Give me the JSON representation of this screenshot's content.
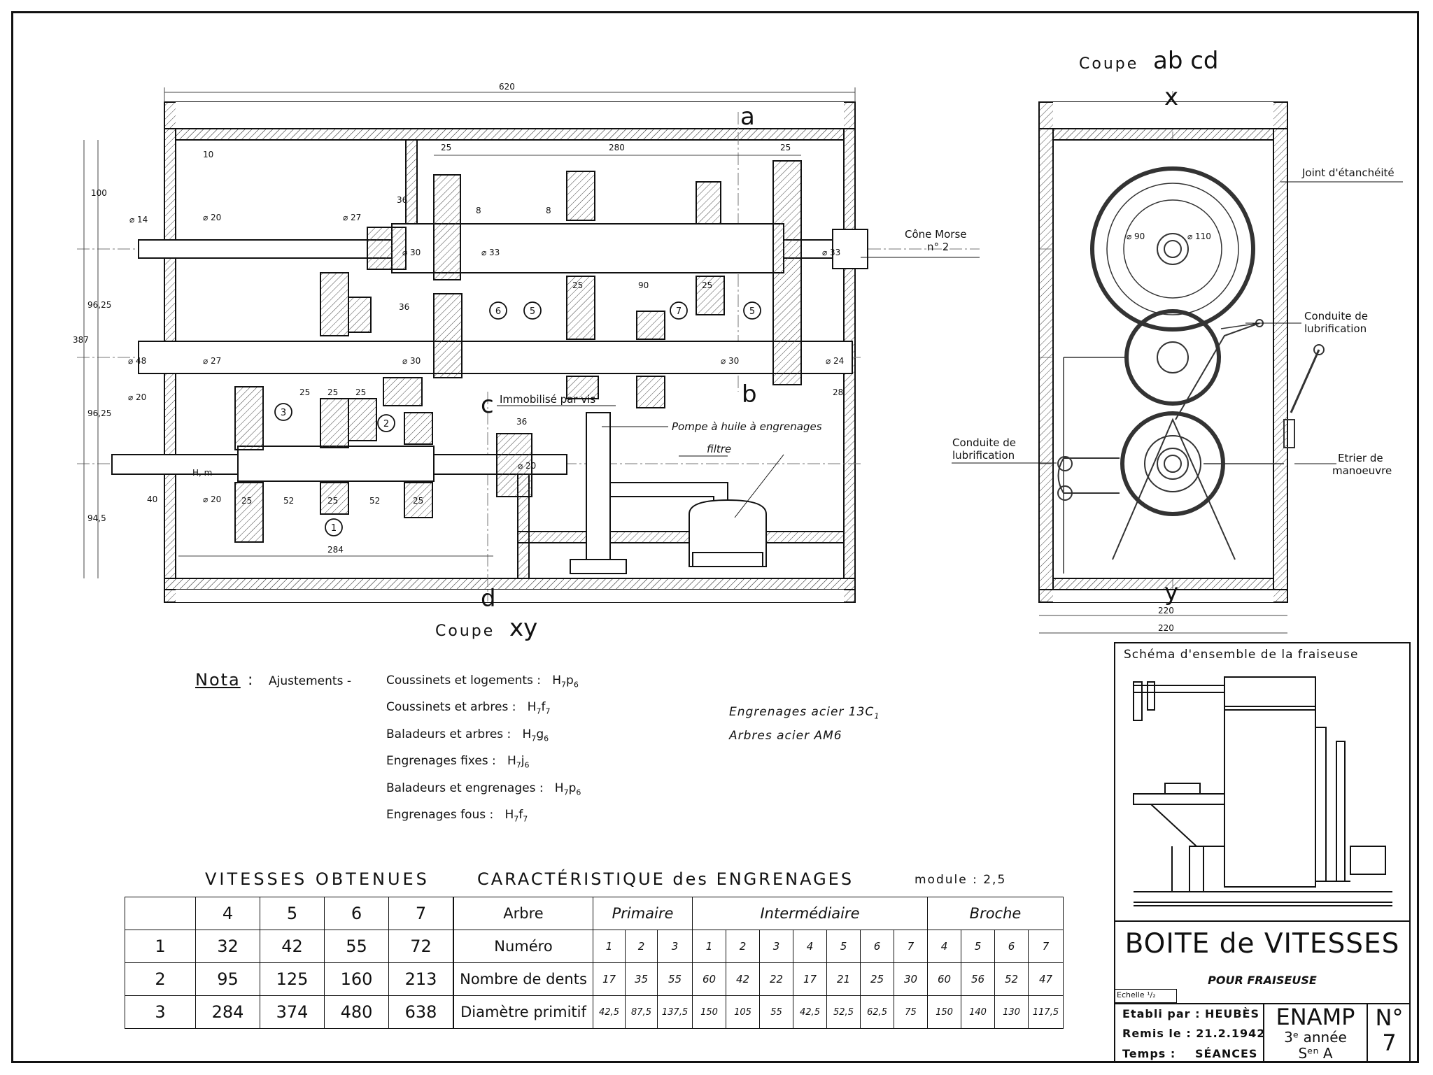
{
  "section_titles": {
    "abcd_prefix": "Coupe",
    "abcd_letters": "ab cd",
    "xy_prefix": "Coupe",
    "xy_letters": "xy"
  },
  "cut_letters": {
    "a": "a",
    "b": "b",
    "c": "c",
    "d": "d",
    "x": "x",
    "y": "y"
  },
  "dimensions": {
    "top_overall": "620",
    "d25a": "25",
    "d280": "280",
    "d25b": "25",
    "d10": "10",
    "d100": "100",
    "d387": "387",
    "d9625a": "96,25",
    "d9625b": "96,25",
    "d945": "94,5",
    "o14": "⌀ 14",
    "o20a": "⌀ 20",
    "o27a": "⌀ 27",
    "d36a": "36",
    "d8a": "8",
    "d8b": "8",
    "o30a": "⌀ 30",
    "o33a": "⌀ 33",
    "o33b": "⌀ 33",
    "d36b": "36",
    "d25c": "25",
    "d90": "90",
    "d25d": "25",
    "o48": "⌀ 48",
    "o27b": "⌀ 27",
    "o30b": "⌀ 30",
    "o30c": "⌀ 30",
    "o24": "⌀ 24",
    "o20b": "⌀ 20",
    "d28": "28",
    "d25e": "25",
    "d25f": "25",
    "d25g": "25",
    "d36c": "36",
    "hm": "H, m",
    "o20c": "⌀ 20",
    "d40": "40",
    "o20d": "⌀ 20",
    "d25h": "25",
    "d52a": "52",
    "d25i": "25",
    "d52b": "52",
    "d25j": "25",
    "d284": "284",
    "d220a": "220",
    "d220b": "220",
    "o90": "⌀ 90",
    "o110": "⌀ 110"
  },
  "callouts": {
    "n1": "1",
    "n2": "2",
    "n3": "3",
    "n5a": "5",
    "n5b": "5",
    "n6": "6",
    "n7": "7"
  },
  "annotations": {
    "cone_morse": "Cône Morse",
    "cone_morse_no": "n° 2",
    "immobilise": "Immobilisé par vis",
    "pompe": "Pompe à huile à engrenages",
    "filtre": "filtre",
    "joint": "Joint d'étanchéité",
    "conduite_r1": "Conduite de",
    "conduite_r2": "lubrification",
    "conduite_l1": "Conduite de",
    "conduite_l2": "lubrification",
    "etrier1": "Etrier de",
    "etrier2": "manoeuvre"
  },
  "nota": {
    "label": "Nota",
    "colon": ":",
    "ajustements": "Ajustements -",
    "lines": [
      {
        "text": "Coussinets et logements :",
        "fit": "H",
        "s1": "7",
        "f": "p",
        "s2": "6"
      },
      {
        "text": "Coussinets et arbres :",
        "fit": "H",
        "s1": "7",
        "f": "f",
        "s2": "7"
      },
      {
        "text": "Baladeurs et arbres :",
        "fit": "H",
        "s1": "7",
        "f": "g",
        "s2": "6"
      },
      {
        "text": "Engrenages fixes :",
        "fit": "H",
        "s1": "7",
        "f": "j",
        "s2": "6"
      },
      {
        "text": "Baladeurs et engrenages :",
        "fit": "H",
        "s1": "7",
        "f": "p",
        "s2": "6"
      },
      {
        "text": "Engrenages fous :",
        "fit": "H",
        "s1": "7",
        "f": "f",
        "s2": "7"
      }
    ],
    "materials": [
      "Engrenages acier 13C",
      "Arbres acier AM6"
    ],
    "material_sub": "1"
  },
  "vitesses": {
    "title": "VITESSES OBTENUES",
    "cols": [
      "4",
      "5",
      "6",
      "7"
    ],
    "rows": [
      {
        "label": "1",
        "values": [
          "32",
          "42",
          "55",
          "72"
        ]
      },
      {
        "label": "2",
        "values": [
          "95",
          "125",
          "160",
          "213"
        ]
      },
      {
        "label": "3",
        "values": [
          "284",
          "374",
          "480",
          "638"
        ]
      }
    ]
  },
  "engrenages": {
    "title": "CARACTÉRISTIQUE des ENGRENAGES",
    "module": "module : 2,5",
    "header_arbre": "Arbre",
    "groups": [
      "Primaire",
      "Intermédiaire",
      "Broche"
    ],
    "row_labels": [
      "Numéro",
      "Nombre de dents",
      "Diamètre primitif"
    ],
    "numero": [
      "1",
      "2",
      "3",
      "1",
      "2",
      "3",
      "4",
      "5",
      "6",
      "7",
      "4",
      "5",
      "6",
      "7"
    ],
    "dents": [
      "17",
      "35",
      "55",
      "60",
      "42",
      "22",
      "17",
      "21",
      "25",
      "30",
      "60",
      "56",
      "52",
      "47"
    ],
    "diametre": [
      "42,5",
      "87,5",
      "137,5",
      "150",
      "105",
      "55",
      "42,5",
      "52,5",
      "62,5",
      "75",
      "150",
      "140",
      "130",
      "117,5"
    ]
  },
  "title_block": {
    "schema_title": "Schéma d'ensemble de la fraiseuse",
    "main_title": "BOITE de VITESSES",
    "subtitle": "POUR FRAISEUSE",
    "echelle": "Echelle ¹/₂",
    "etabli": "Etabli par : HEUBÈS",
    "remis": "Remis le : 21.2.1942",
    "temps_label": "Temps :",
    "temps_value": "SÉANCES",
    "school": "ENAMP",
    "annee": "3ᵉ année",
    "section": "Sᵉⁿ A",
    "no_label": "N°",
    "no_value": "7"
  }
}
